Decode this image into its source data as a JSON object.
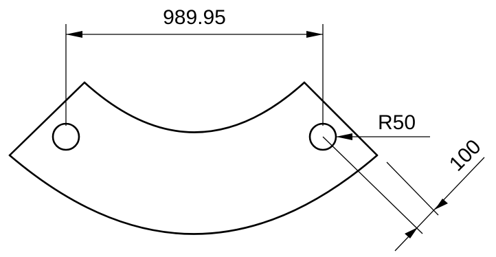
{
  "drawing": {
    "dimensions": {
      "span": "989.95",
      "radius": "R50",
      "width": "100"
    },
    "colors": {
      "background": "#ffffff",
      "line": "#000000"
    }
  }
}
